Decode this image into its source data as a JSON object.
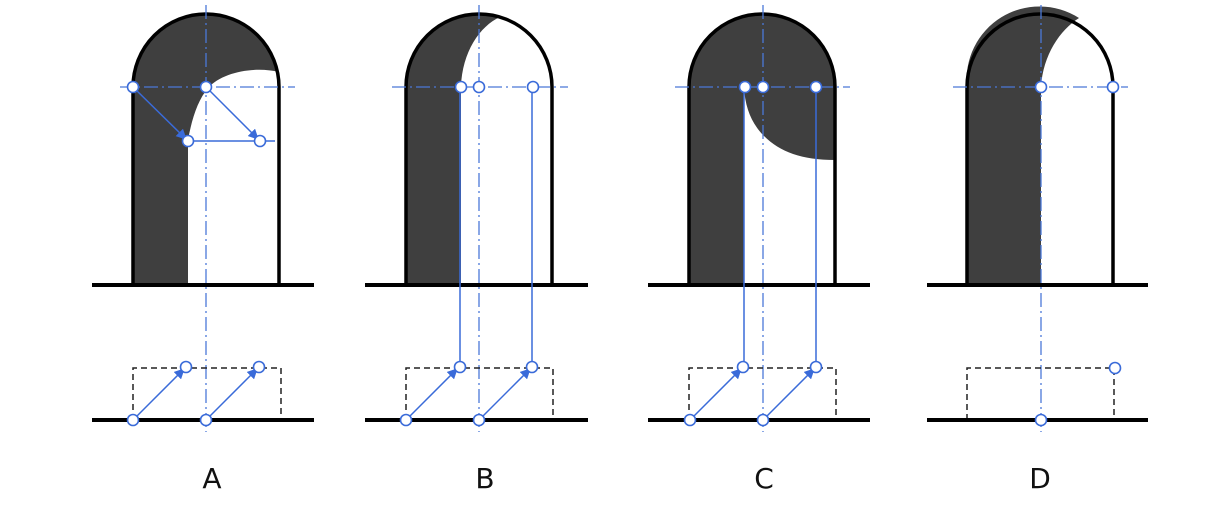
{
  "panels": [
    {
      "label": "A"
    },
    {
      "label": "B"
    },
    {
      "label": "C"
    },
    {
      "label": "D"
    }
  ],
  "colors": {
    "shadow": "#3f3f3f",
    "outline": "#000000",
    "construction": "#3a6bd9",
    "axis": "#4b78d8",
    "dashed": "#222222",
    "background": "#ffffff"
  }
}
